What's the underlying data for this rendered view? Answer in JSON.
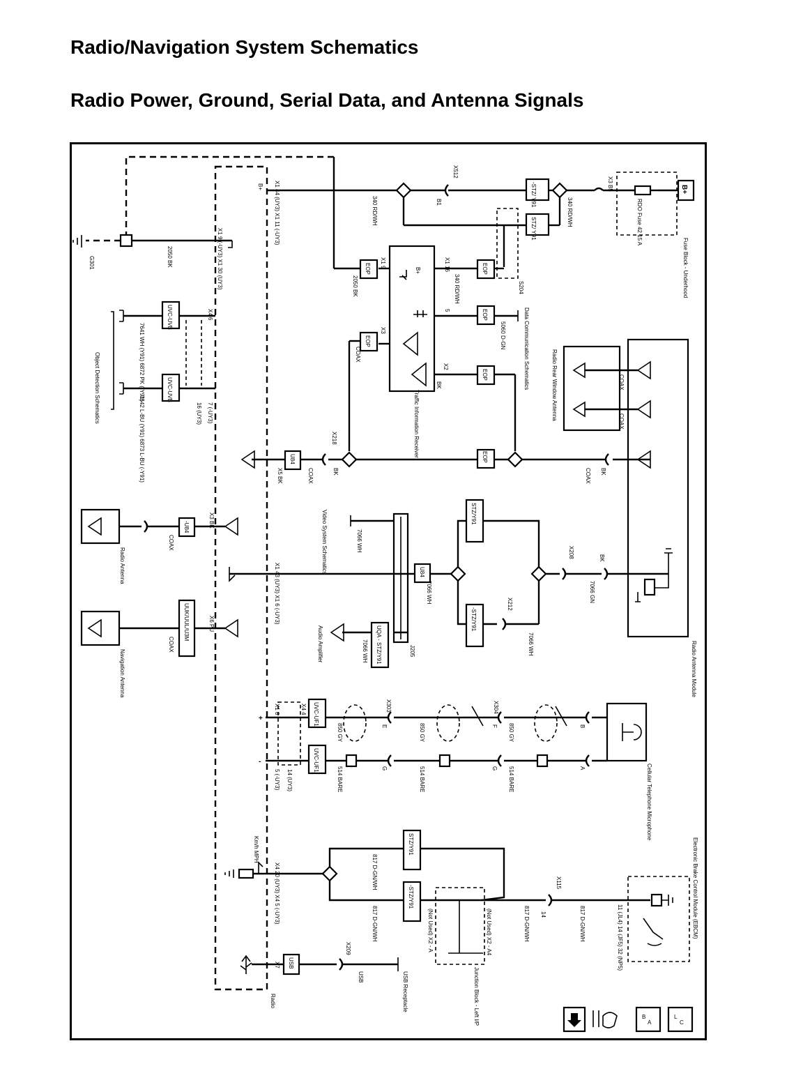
{
  "page": {
    "title": "Radio/Navigation System Schematics",
    "subtitle": "Radio Power, Ground, Serial Data, and Antenna Signals"
  },
  "diagram": {
    "top_labels": {
      "battery": "B+",
      "fuse_block": "Fuse Block - Underhood",
      "fuse": "RDO Fuse 42 15 A",
      "fuse_terminal": "X3 B5",
      "wire_340": "340 RD/WH",
      "wire_340b": "340 RD/WH",
      "wire_340c": "340 RD/WH",
      "conn_x512": "X512",
      "conn_b1": "B1",
      "splice_s204": "S204",
      "stz_1": "-STZ/ Y91",
      "stz_2": "STZ/ Y91",
      "eop": "EOP",
      "radio_terms_b": "X1 44 (UY3) X1 11 (-UY3)",
      "radio_b_plus": "B+",
      "ground_terms": "X1 9 (-UY3) X1 30 (UY3)",
      "wire_2050": "2050 BK",
      "wire_2050b": "2050 BK",
      "ground_g301": "G301",
      "tir_name": "Traffic Information Receiver",
      "tir_b_plus": "B+",
      "tir_x1_9": "X1 9",
      "tir_x1_16": "X1 16",
      "tir_x2": "X2",
      "tir_x3": "X3",
      "tir_x1_5": "5",
      "tir_bk": "BK",
      "wire_5060": "5060 D-GN",
      "data_comm": "Data Communication Schematics",
      "coax": "COAX",
      "rear_window": "Radio Rear Window Antenna",
      "radio_antenna_module": "Radio Antenna Module",
      "object_detection": "Object Detection Schematics",
      "uvc_1": "UVC-UVB",
      "uvc_2": "UVC-UVB",
      "wire_7641": "7641 WH (Y91) 6872 PK (-Y91)",
      "wire_7642": "7642 L-BU (Y91) 6873 L-BU (-Y91)",
      "x4_6": "X4 6",
      "x4_7": "7 (-UY3)",
      "x4_16": "16 (UY3)",
      "conn_x218": "X218",
      "u84_1": "U84",
      "u84_2": "-U84",
      "u84_3": "U84",
      "x5_bk": "X5 BK",
      "bk": "BK",
      "radio_antenna": "Radio Antenna",
      "x3_bk": "X3 BK",
      "video_system": "Video System Schematics",
      "wire_7066": "7066 WH",
      "stz_y91_a": "STZ/Y91",
      "stz_y91_b": "-STZ/Y91",
      "conn_x208": "X208",
      "conn_x212": "X212",
      "wire_7066gn": "7066 GN",
      "x1_43": "X1 43 (UY3) X1 6 (-UY3)",
      "audio_amplifier": "Audio Amplifier",
      "uqa": "UQA - STZ/Y91",
      "splice_j205": "J205",
      "uuk": "UUK/UUL/U3M",
      "x6_pu": "X6 PU",
      "navigation_antenna": "Navigation Antenna",
      "conn_x303": "X303",
      "conn_x304": "X304",
      "wire_850": "850 GY",
      "wire_514": "514 BARE",
      "uvc_uf1_a": "UVC-UF1",
      "uvc_uf1_b": "UVC-UF1",
      "cell_mic": "Cellular Telephone Microphone",
      "x4_4": "X4 4",
      "x1_8": "X1 8",
      "x1_5": "5 (-UY3)",
      "x1_14": "14 (UY3)",
      "pin_f": "F",
      "pin_g": "G",
      "pin_b": "B",
      "pin_a": "A",
      "pin_e": "E",
      "km_h": "Km/h MPH",
      "x4_20": "X4 20 (UY3) X4 5 (-UY3)",
      "wire_817": "817 D-GN/WH",
      "stz_y91_c": "STZ/Y91",
      "stz_y91_d": "-STZ/Y91",
      "junction_block": "Junction Block - Left I/P",
      "not_used_1": "(Not Used) X2 - A4",
      "not_used_2": "(Not Used) X2 - A",
      "conn_x115": "X115",
      "x115_pin": "14",
      "ebcm": "Electronic Brake Control Module (EBCM)",
      "ebcm_pins": "11 (JL4) 14 (JF5) 32 (NP5)",
      "usb": "USB",
      "usb_label": "USB",
      "usb_receptacle": "USB Receptacle",
      "x7": "X7",
      "conn_x209": "X209",
      "radio": "Radio"
    },
    "legend_icons": [
      "down-arrow-icon",
      "wrench-cursor-icon",
      "schematic-b-icon",
      "schematic-l-icon"
    ]
  }
}
